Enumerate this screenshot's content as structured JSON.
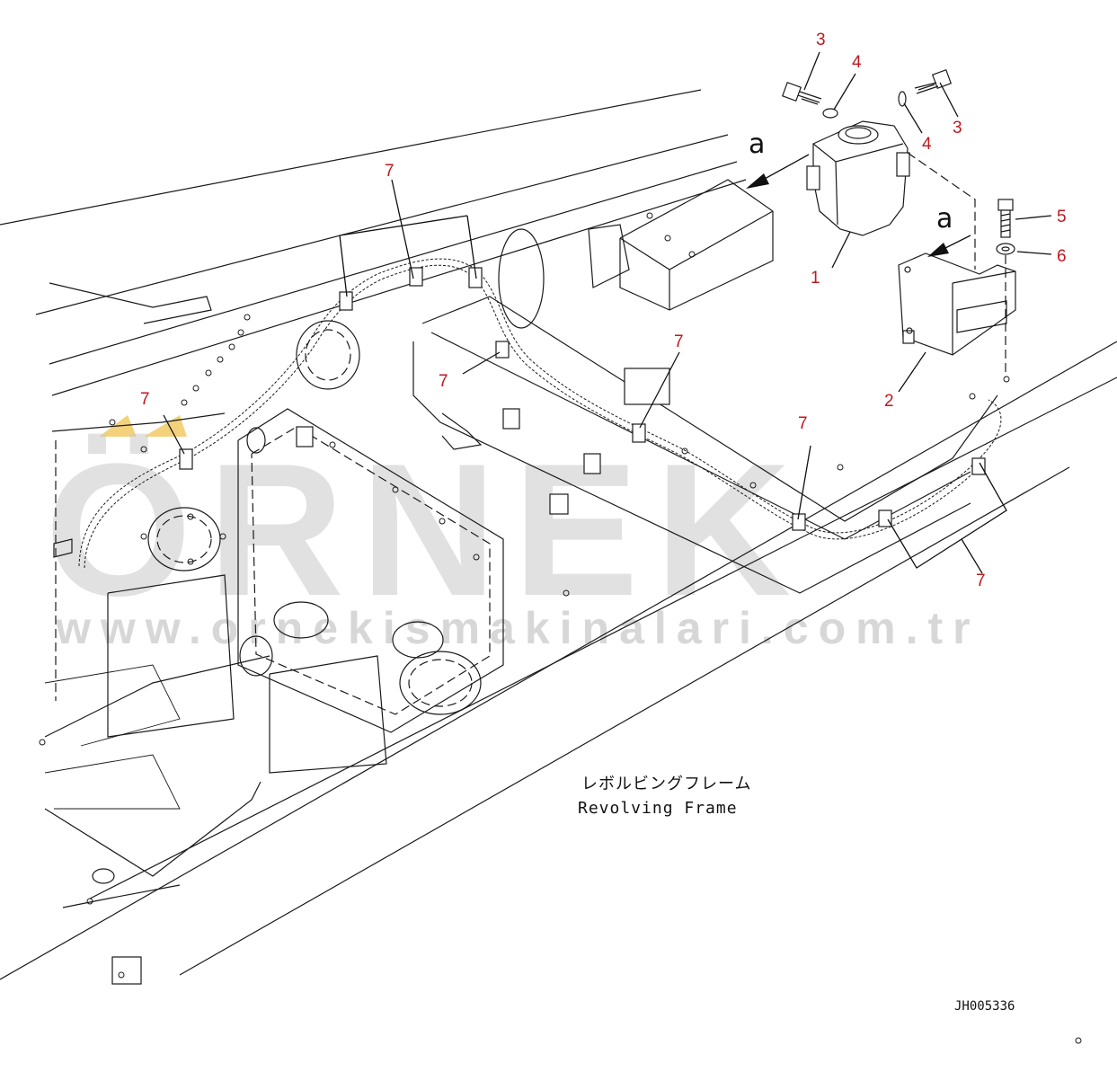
{
  "diagram": {
    "frame_label_jp": "レボルビングフレーム",
    "frame_label_en": "Revolving Frame",
    "drawing_number": "JH005336",
    "view_letter": "a",
    "watermark": {
      "brand": "ÖRNEK",
      "url": "www.ornekismakinalari.com.tr"
    },
    "callouts": {
      "c1": "1",
      "c2": "2",
      "c3a": "3",
      "c3b": "3",
      "c4a": "4",
      "c4b": "4",
      "c5": "5",
      "c6": "6",
      "c7a": "7",
      "c7b": "7",
      "c7c": "7",
      "c7d": "7",
      "c7e": "7",
      "c7f": "7"
    },
    "colors": {
      "callout": "#c0181e",
      "line": "#1a1a1a",
      "watermark": "#c9c9c9",
      "accent": "#f0c75a"
    }
  }
}
